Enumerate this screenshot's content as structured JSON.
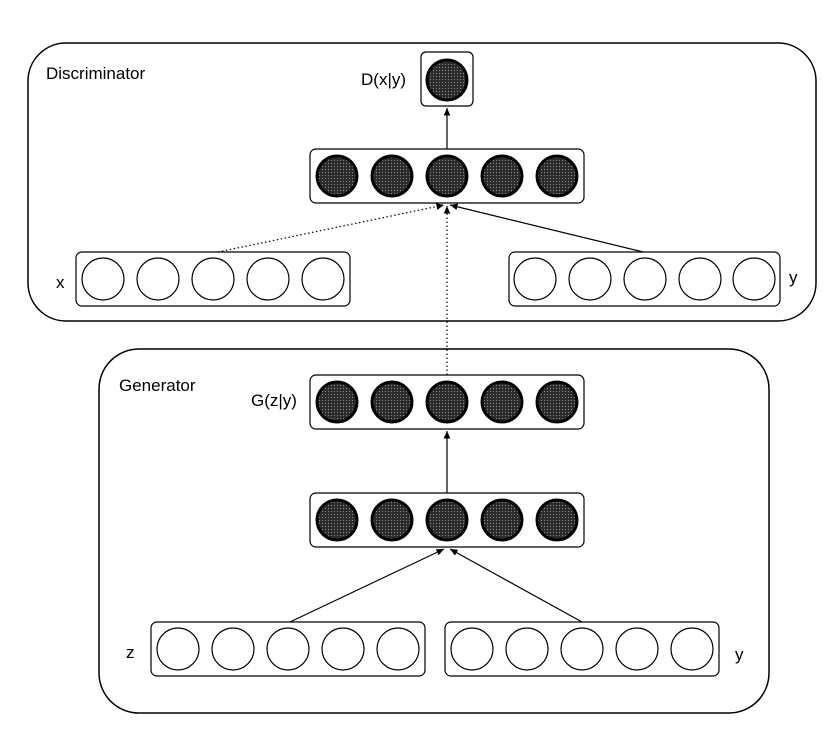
{
  "discriminator": {
    "title": "Discriminator",
    "output_label": "D(x|y)",
    "input_x_label": "x",
    "input_y_label": "y"
  },
  "generator": {
    "title": "Generator",
    "output_label": "G(z|y)",
    "input_z_label": "z",
    "input_y_label": "y"
  },
  "colors": {
    "stroke": "#000000",
    "filled_node": "#3a3a3a",
    "background": "#ffffff"
  }
}
